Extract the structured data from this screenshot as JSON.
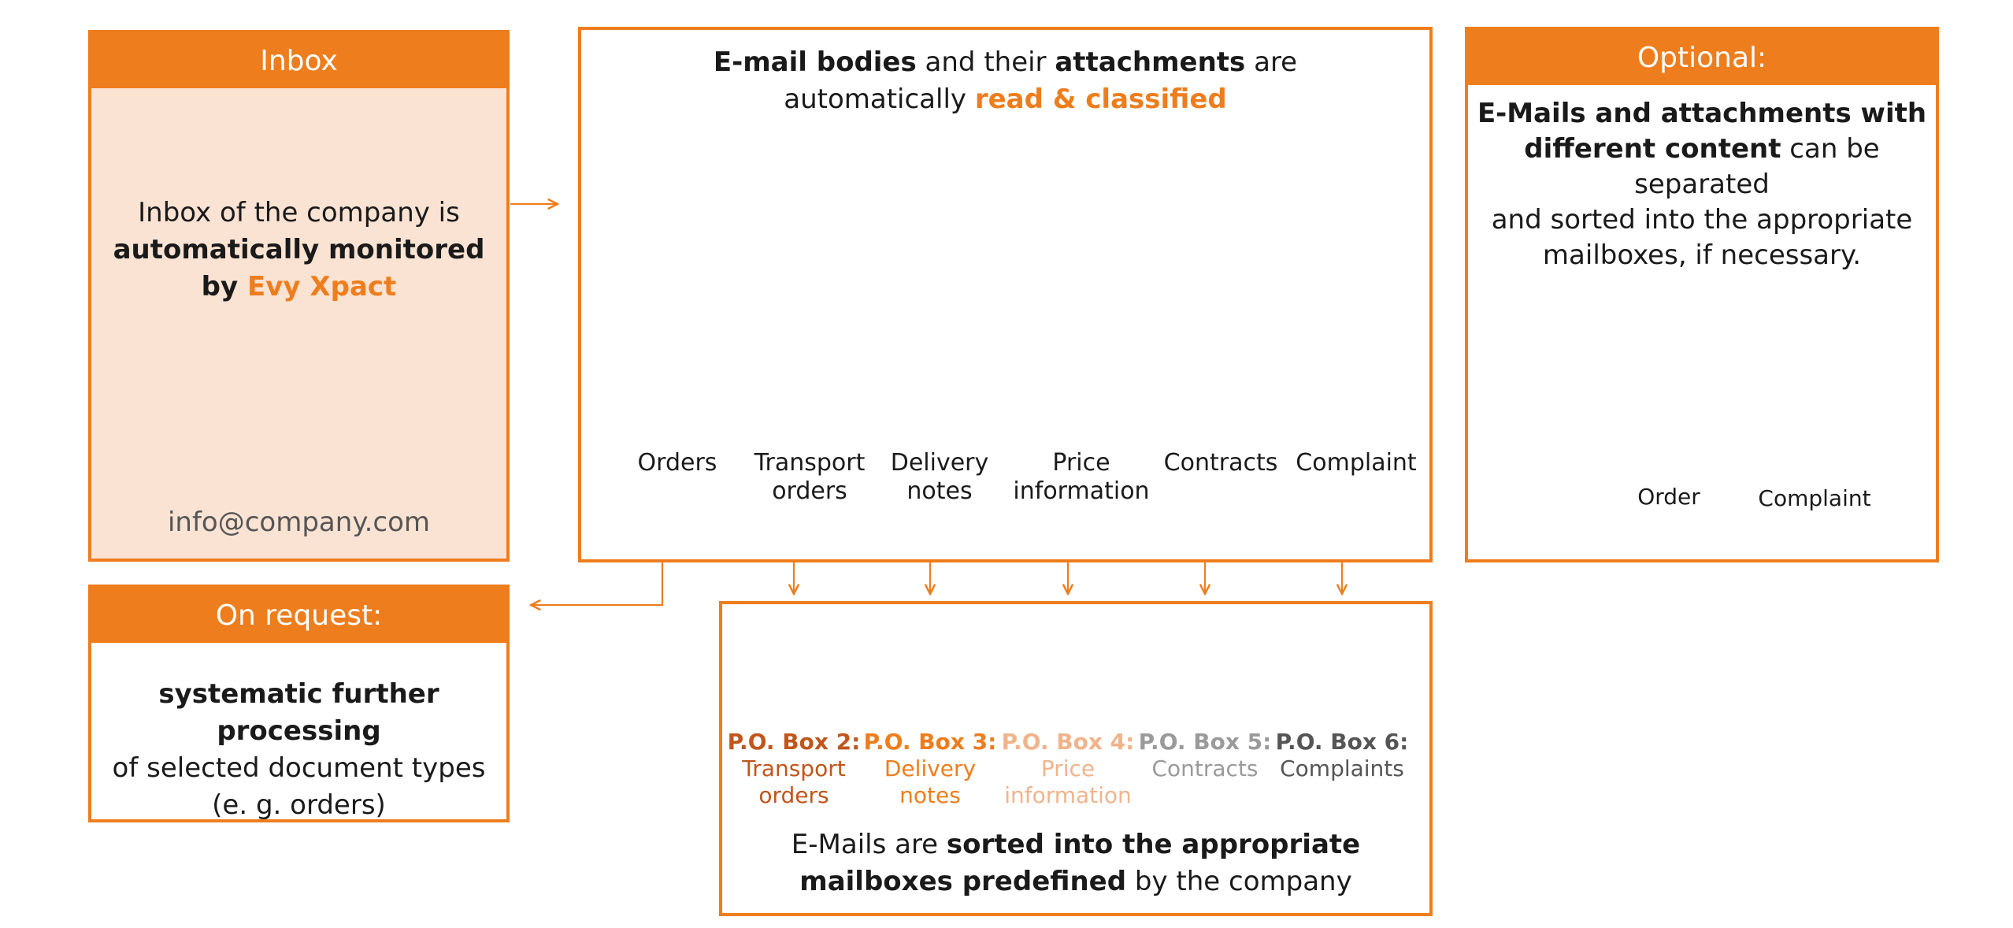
{
  "inbox": {
    "header": "Inbox",
    "line1": "Inbox of the company is",
    "line2_bold": "automatically monitored",
    "line3_prefix": "by ",
    "line3_brand": "Evy Xpact",
    "email": "info@company.com",
    "icons": [
      "evy-xpact-app-icon",
      "office-building-icon"
    ]
  },
  "request": {
    "header": "On request:",
    "line1_bold": "systematic further processing",
    "line2": "of selected document types",
    "line3": "(e. g. orders)"
  },
  "classify": {
    "title_b1": "E-mail bodies",
    "title_t1": " and their ",
    "title_b2": "attachments",
    "title_t2": " are",
    "title_t3": "automatically ",
    "title_o": "read & classified",
    "icons": [
      "email-attachment-icon"
    ],
    "documents": [
      {
        "label_1": "Orders",
        "label_2": "",
        "icon": "document-lines-icon",
        "highlighted": true
      },
      {
        "label_1": "Transport",
        "label_2": "orders",
        "icon": "document-box-icon"
      },
      {
        "label_1": "Delivery",
        "label_2": "notes",
        "icon": "document-form-icon"
      },
      {
        "label_1": "Price",
        "label_2": "information",
        "icon": "document-price-tag-icon"
      },
      {
        "label_1": "Contracts",
        "label_2": "",
        "icon": "document-person-icon"
      },
      {
        "label_1": "Complaint",
        "label_2": "",
        "icon": "document-complaint-icon"
      }
    ]
  },
  "sorted": {
    "boxes": [
      {
        "title": "P.O. Box 2:",
        "sub_1": "Transport",
        "sub_2": "orders",
        "color": "#c0561c",
        "icon": "mailbox-icon"
      },
      {
        "title": "P.O. Box 3:",
        "sub_1": "Delivery",
        "sub_2": "notes",
        "color": "#ee7d1d",
        "icon": "mailbox-icon"
      },
      {
        "title": "P.O. Box 4:",
        "sub_1": "Price",
        "sub_2": "information",
        "color": "#f0b48c",
        "icon": "mailbox-icon"
      },
      {
        "title": "P.O. Box 5:",
        "sub_1": "Contracts",
        "sub_2": "",
        "color": "#9a9a9a",
        "icon": "mailbox-icon"
      },
      {
        "title": "P.O. Box 6:",
        "sub_1": "Complaints",
        "sub_2": "",
        "color": "#555555",
        "icon": "mailbox-icon"
      }
    ],
    "footer_t1": "E-Mails are ",
    "footer_b1": "sorted into the appropriate",
    "footer_b2": "mailboxes predefined",
    "footer_t2": " by the company"
  },
  "optional": {
    "header": "Optional:",
    "b1": "E-Mails and attachments with",
    "b2": "different content",
    "t2": " can be separated",
    "t3": "and sorted into the appropriate",
    "t4": "mailboxes, if necessary.",
    "label_order": "Order",
    "label_complaint": "Complaint",
    "icons": [
      "small-email-icon",
      "order-document-icon",
      "paperclip-icon",
      "complaint-document-icon"
    ]
  },
  "colors": {
    "accent": "#ee7d1d",
    "accent_light": "#fbe3d4",
    "gray": "#555555"
  }
}
